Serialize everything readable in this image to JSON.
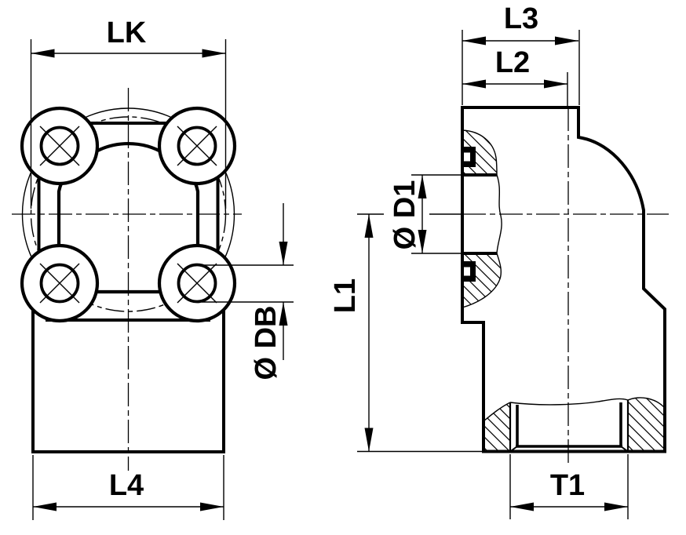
{
  "colors": {
    "line": "#000000",
    "background": "#ffffff",
    "text": "#000000"
  },
  "front_view": {
    "labels": {
      "bolt_circle": "LK",
      "body_width": "L4",
      "bolt_hole_diameter": "Ø DB"
    }
  },
  "side_view": {
    "labels": {
      "height_to_port_center": "L1",
      "port_bore_diameter": "Ø D1",
      "overall_depth": "L3",
      "face_to_leg_center": "L2",
      "thread_span": "T1"
    }
  }
}
